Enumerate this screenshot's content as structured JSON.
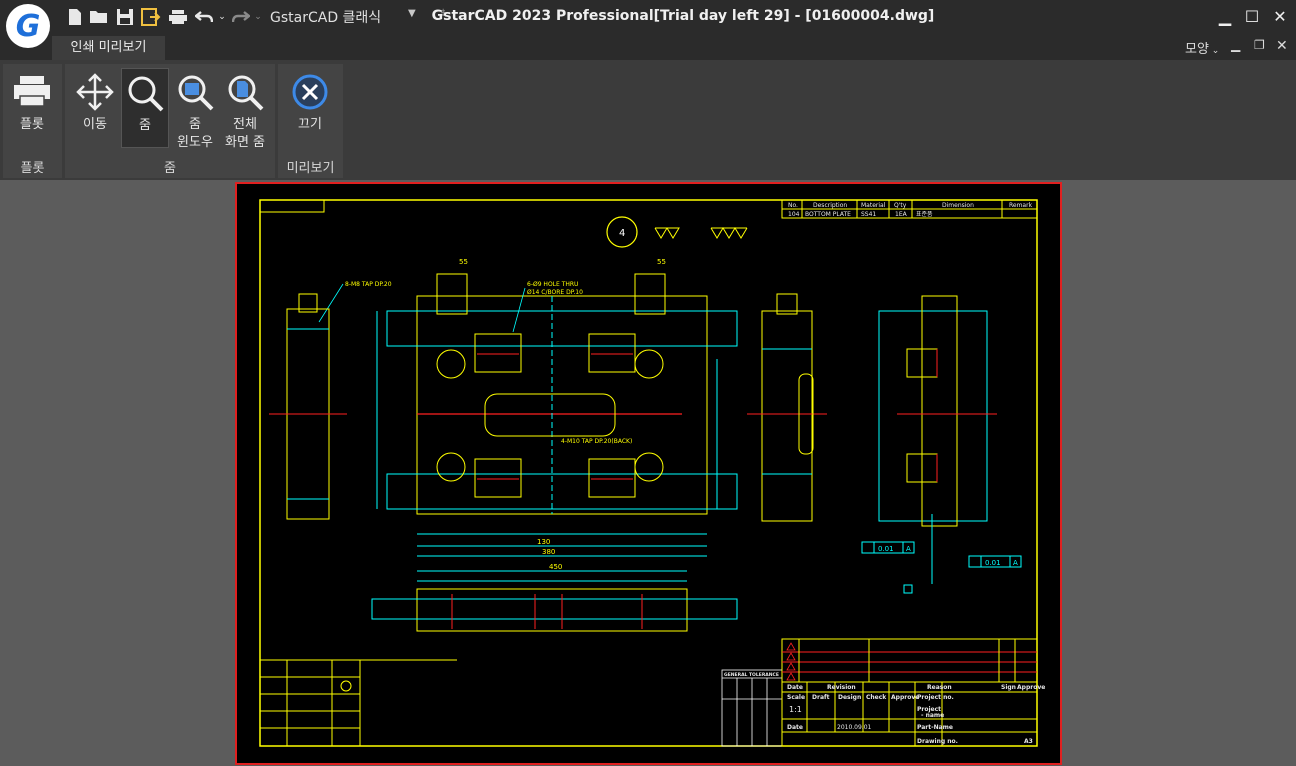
{
  "app": {
    "logo_letter": "G",
    "workspace_name": "GstarCAD 클래식",
    "title": "GstarCAD 2023 Professional[Trial day left 29] - [01600004.dwg]"
  },
  "tabs": [
    {
      "label": "인쇄 미리보기"
    }
  ],
  "right_controls": {
    "view_label": "모양"
  },
  "ribbon": {
    "panels": [
      {
        "title": "플롯"
      },
      {
        "title": "줌"
      },
      {
        "title": "미리보기"
      }
    ],
    "buttons": {
      "plot": "플롯",
      "pan": "이동",
      "zoom": "줌",
      "zoom_window_1": "줌",
      "zoom_window_2": "윈도우",
      "zoom_extents_1": "전체",
      "zoom_extents_2": "화면 줌",
      "close": "끄기"
    }
  },
  "colors": {
    "titlebar": "#2b2b2b",
    "ribbon": "#3b3b3b",
    "workspace": "#5c5c5c",
    "paper_border": "#e02020",
    "drawing_yellow": "#ffff00",
    "drawing_cyan": "#00ffff",
    "drawing_red": "#ff2020"
  },
  "drawing": {
    "part_table": {
      "headers": [
        "No.",
        "Description",
        "Material",
        "Q'ty",
        "Dimension",
        "Remark"
      ],
      "row": [
        "104",
        "BOTTOM PLATE",
        "SS41",
        "1EA",
        "표준품",
        ""
      ]
    },
    "balloon": "4",
    "notes": {
      "tap_1": "8-M8 TAP DP.20",
      "hole_1": "6-Ø9 HOLE THRU",
      "hole_2": "Ø14 C/BORE DP.10",
      "tap_2": "4-M10 TAP DP.20(BACK)"
    },
    "tolerance_1": "0.01",
    "tolerance_2": "0.01",
    "datum": "A",
    "title_block": {
      "date_label": "Date",
      "revision_label": "Revision",
      "reason_label": "Reason",
      "sign_label": "Sign",
      "approve_label": "Approve",
      "scale_label": "Scale",
      "draft_label": "Draft",
      "design_label": "Design",
      "check_label": "Check",
      "approve2_label": "Approve",
      "project_no_label": "Project no.",
      "project_name_label": "Project",
      "project_name_label2": "- name",
      "part_name_label": "Part-Name",
      "drawing_no_label": "Drawing no.",
      "scale_value": "1:1",
      "date_value": "2010.09.01",
      "sheet_size": "A3",
      "general_tolerance": "GENERAL TOLERANCE"
    }
  }
}
